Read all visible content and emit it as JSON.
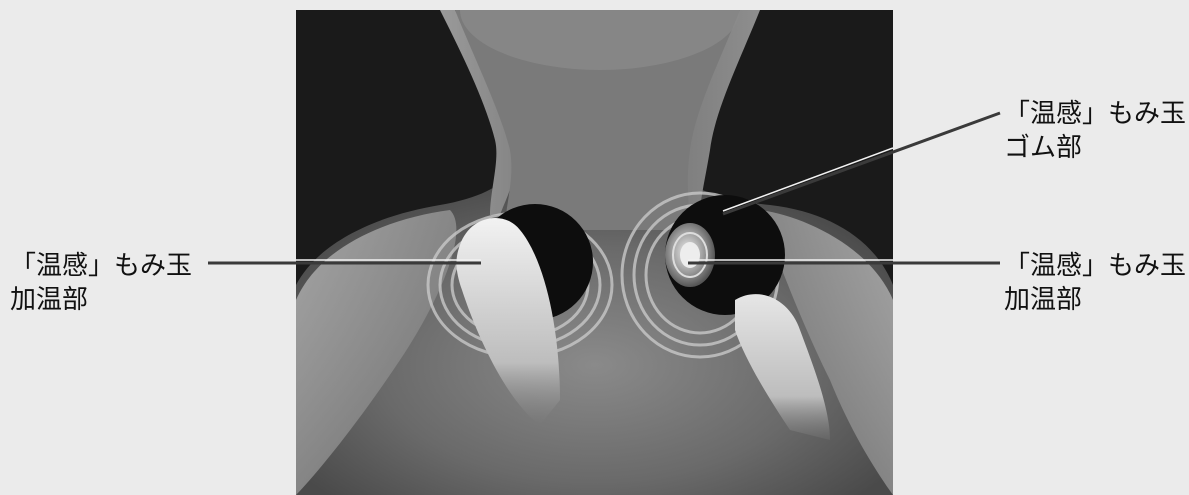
{
  "labels": {
    "left_heater": {
      "line1": "「温感」もみ玉",
      "line2": "加温部"
    },
    "right_rubber": {
      "line1": "「温感」もみ玉",
      "line2": "ゴム部"
    },
    "right_heater": {
      "line1": "「温感」もみ玉",
      "line2": "加温部"
    }
  },
  "colors": {
    "page_background": "#ebebeb",
    "panel_background": "#1a1a1a",
    "callout_line": "#3a3a3a",
    "massage_ball": "#0d0d0d"
  }
}
